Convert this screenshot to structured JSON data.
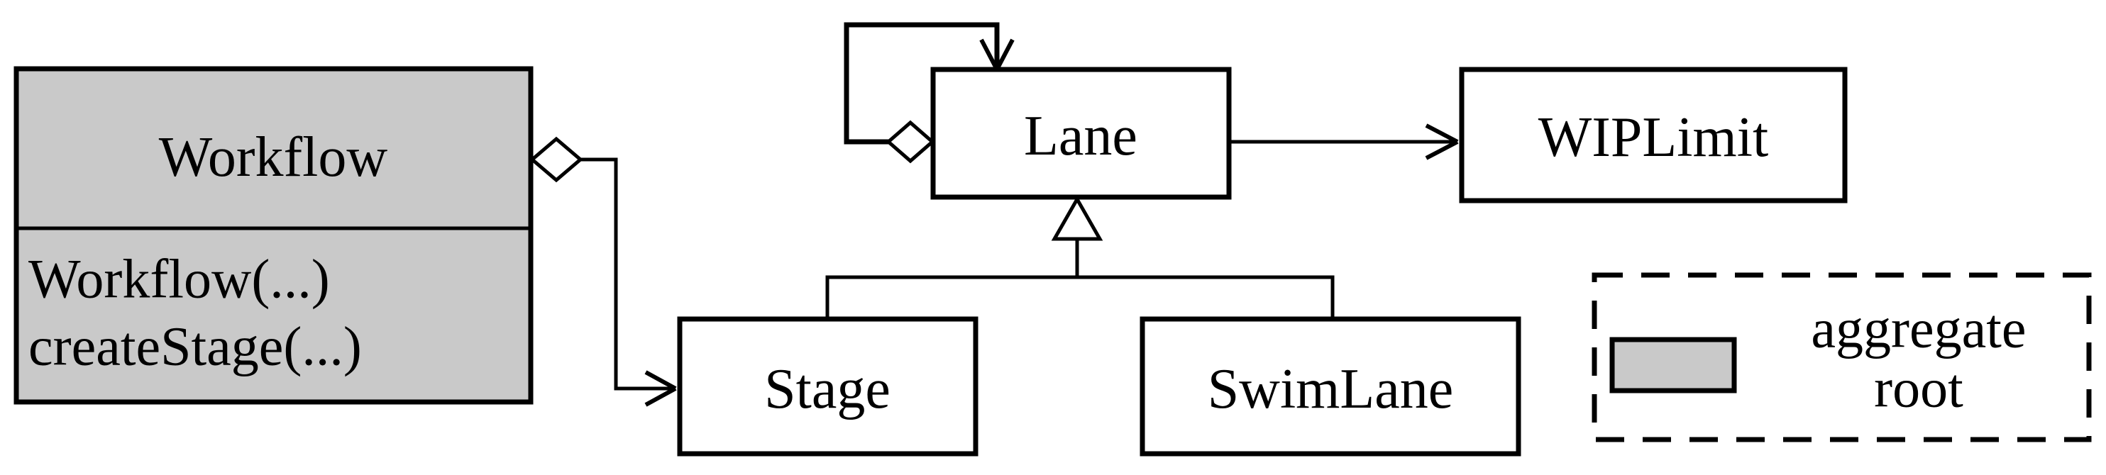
{
  "diagram": {
    "kind": "UML class diagram",
    "background_color": "#ffffff",
    "line_color": "#000000",
    "aggregate_root_fill": "#c9c9c9",
    "classes": {
      "workflow": {
        "name": "Workflow",
        "methods": [
          "Workflow(...)",
          "createStage(...)"
        ],
        "aggregate_root": true
      },
      "lane": {
        "name": "Lane",
        "aggregate_root": false
      },
      "stage": {
        "name": "Stage",
        "aggregate_root": false
      },
      "swimlane": {
        "name": "SwimLane",
        "aggregate_root": false
      },
      "wiplimit": {
        "name": "WIPLimit",
        "aggregate_root": false
      }
    },
    "relationships": [
      {
        "from": "Workflow",
        "to": "Stage",
        "type": "aggregation",
        "diamond_at": "Workflow",
        "arrow_at": "Stage"
      },
      {
        "from": "Lane",
        "to": "Lane",
        "type": "self-aggregation",
        "diamond_at": "Lane",
        "arrow_at": "Lane"
      },
      {
        "from": "Lane",
        "to": "WIPLimit",
        "type": "directed association",
        "arrow_at": "WIPLimit"
      },
      {
        "from": "Stage",
        "to": "Lane",
        "type": "generalization"
      },
      {
        "from": "SwimLane",
        "to": "Lane",
        "type": "generalization"
      }
    ],
    "legend": {
      "line1": "aggregate",
      "line2": "root",
      "swatch_color": "#c9c9c9",
      "border_style": "dashed"
    }
  }
}
